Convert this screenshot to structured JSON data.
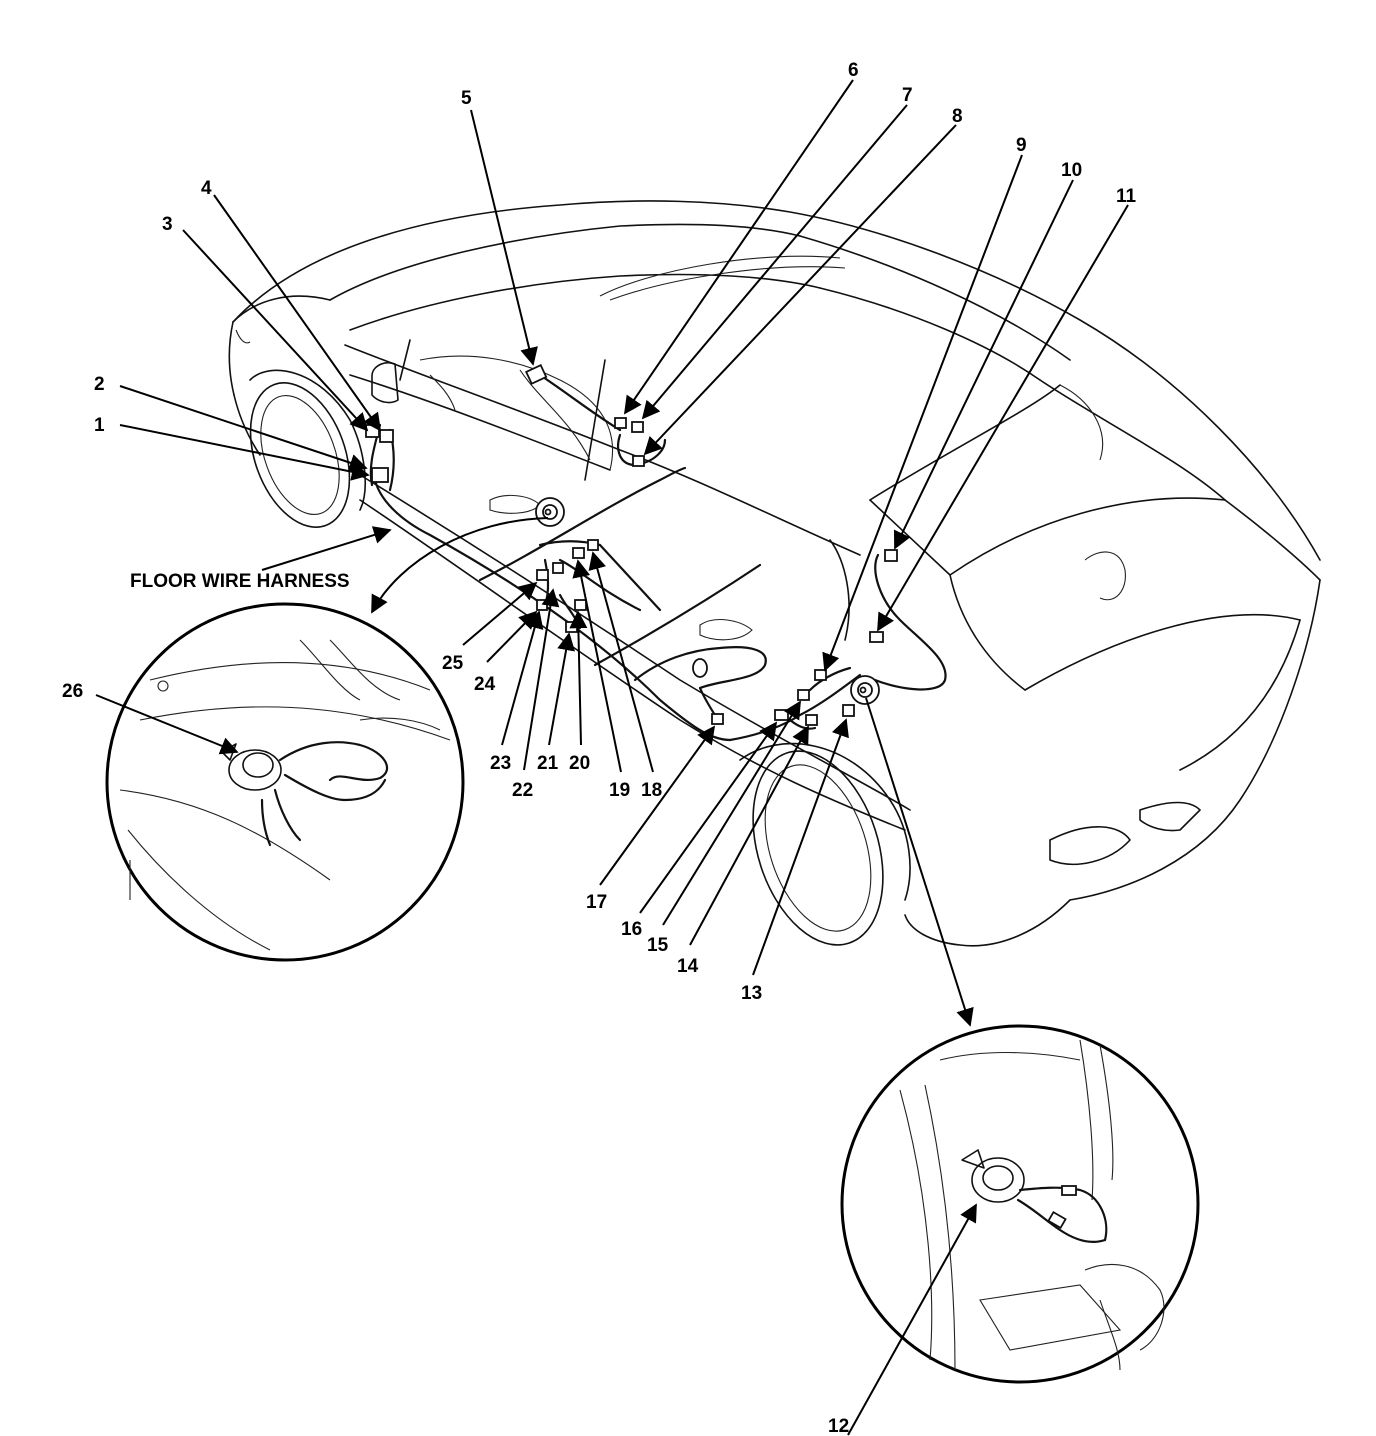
{
  "caption": "FLOOR WIRE HARNESS",
  "callouts": [
    {
      "n": "1"
    },
    {
      "n": "2"
    },
    {
      "n": "3"
    },
    {
      "n": "4"
    },
    {
      "n": "5"
    },
    {
      "n": "6"
    },
    {
      "n": "7"
    },
    {
      "n": "8"
    },
    {
      "n": "9"
    },
    {
      "n": "10"
    },
    {
      "n": "11"
    },
    {
      "n": "12"
    },
    {
      "n": "13"
    },
    {
      "n": "14"
    },
    {
      "n": "15"
    },
    {
      "n": "16"
    },
    {
      "n": "17"
    },
    {
      "n": "18"
    },
    {
      "n": "19"
    },
    {
      "n": "20"
    },
    {
      "n": "21"
    },
    {
      "n": "22"
    },
    {
      "n": "23"
    },
    {
      "n": "24"
    },
    {
      "n": "25"
    },
    {
      "n": "26"
    }
  ]
}
